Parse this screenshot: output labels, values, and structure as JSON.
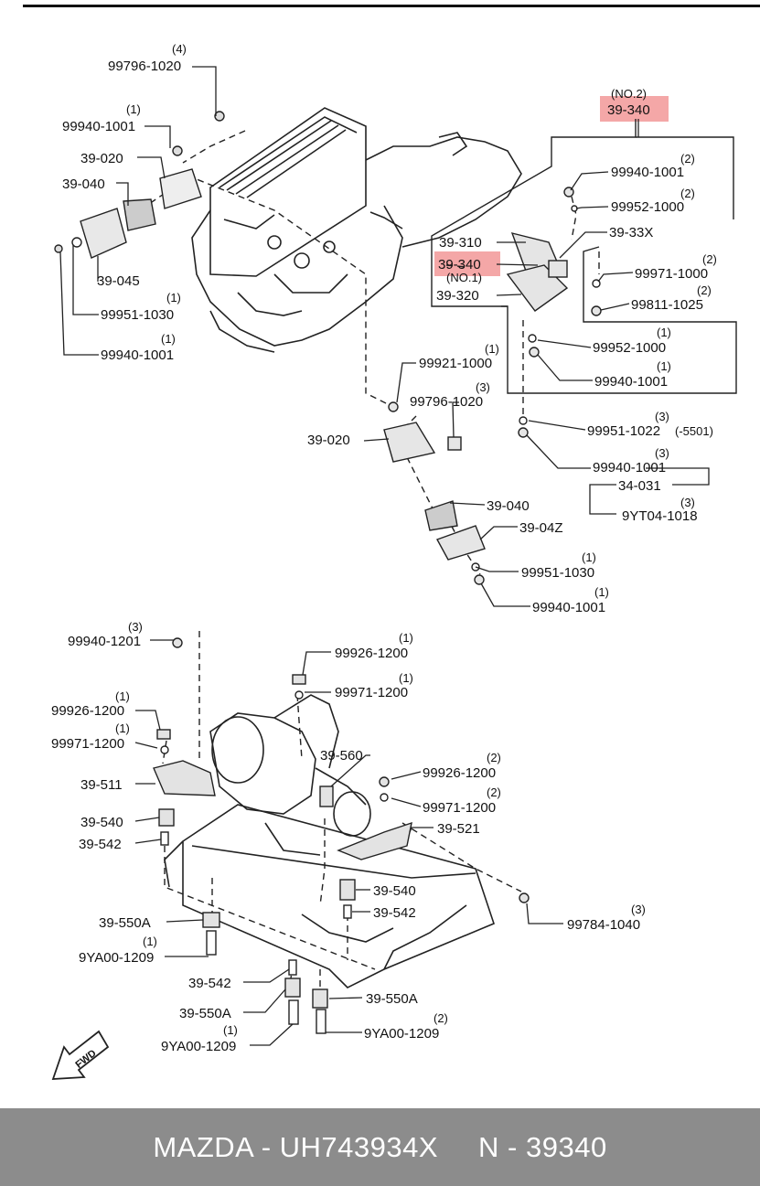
{
  "top_rule": true,
  "highlight_color": "#f08a8a",
  "footer_bg": "#8c8c8c",
  "footer": {
    "left": "MAZDA - UH743934X",
    "right": "N - 39340"
  },
  "fwd_arrow": "FWD",
  "parts": [
    {
      "code": "99796-1020",
      "qty": "(4)"
    },
    {
      "code": "99940-1001",
      "qty": "(1)"
    },
    {
      "code": "39-020",
      "qty": ""
    },
    {
      "code": "39-040",
      "qty": ""
    },
    {
      "code": "39-045",
      "qty": ""
    },
    {
      "code": "99951-1030",
      "qty": "(1)"
    },
    {
      "code": "99940-1001",
      "qty": "(1)"
    },
    {
      "code": "39-340",
      "qty": "(NO.2)"
    },
    {
      "code": "99940-1001",
      "qty": "(2)"
    },
    {
      "code": "99952-1000",
      "qty": "(2)"
    },
    {
      "code": "39-310",
      "qty": ""
    },
    {
      "code": "39-33X",
      "qty": ""
    },
    {
      "code": "39-340",
      "qty": "(NO.1)"
    },
    {
      "code": "39-320",
      "qty": ""
    },
    {
      "code": "99971-1000",
      "qty": "(2)"
    },
    {
      "code": "99811-1025",
      "qty": "(2)"
    },
    {
      "code": "99952-1000",
      "qty": "(1)"
    },
    {
      "code": "99940-1001",
      "qty": "(1)"
    },
    {
      "code": "99921-1000",
      "qty": "(1)"
    },
    {
      "code": "99796-1020",
      "qty": "(3)"
    },
    {
      "code": "39-020",
      "qty": ""
    },
    {
      "code": "99951-1022",
      "qty": "(3)",
      "note": "(-5501)"
    },
    {
      "code": "99940-1001",
      "qty": "(3)"
    },
    {
      "code": "34-031",
      "qty": ""
    },
    {
      "code": "9YT04-1018",
      "qty": "(3)"
    },
    {
      "code": "39-040",
      "qty": ""
    },
    {
      "code": "39-04Z",
      "qty": ""
    },
    {
      "code": "99951-1030",
      "qty": "(1)"
    },
    {
      "code": "99940-1001",
      "qty": "(1)"
    },
    {
      "code": "99940-1201",
      "qty": "(3)"
    },
    {
      "code": "99926-1200",
      "qty": "(1)"
    },
    {
      "code": "99971-1200",
      "qty": "(1)"
    },
    {
      "code": "99926-1200",
      "qty": "(1)"
    },
    {
      "code": "99971-1200",
      "qty": "(1)"
    },
    {
      "code": "39-560",
      "qty": ""
    },
    {
      "code": "39-511",
      "qty": ""
    },
    {
      "code": "99926-1200",
      "qty": "(2)"
    },
    {
      "code": "99971-1200",
      "qty": "(2)"
    },
    {
      "code": "39-540",
      "qty": ""
    },
    {
      "code": "39-542",
      "qty": ""
    },
    {
      "code": "39-521",
      "qty": ""
    },
    {
      "code": "39-540",
      "qty": ""
    },
    {
      "code": "39-542",
      "qty": ""
    },
    {
      "code": "39-550A",
      "qty": ""
    },
    {
      "code": "99784-1040",
      "qty": "(3)"
    },
    {
      "code": "9YA00-1209",
      "qty": "(1)"
    },
    {
      "code": "39-542",
      "qty": ""
    },
    {
      "code": "39-550A",
      "qty": ""
    },
    {
      "code": "39-550A",
      "qty": ""
    },
    {
      "code": "9YA00-1209",
      "qty": "(1)"
    },
    {
      "code": "9YA00-1209",
      "qty": "(2)"
    }
  ]
}
